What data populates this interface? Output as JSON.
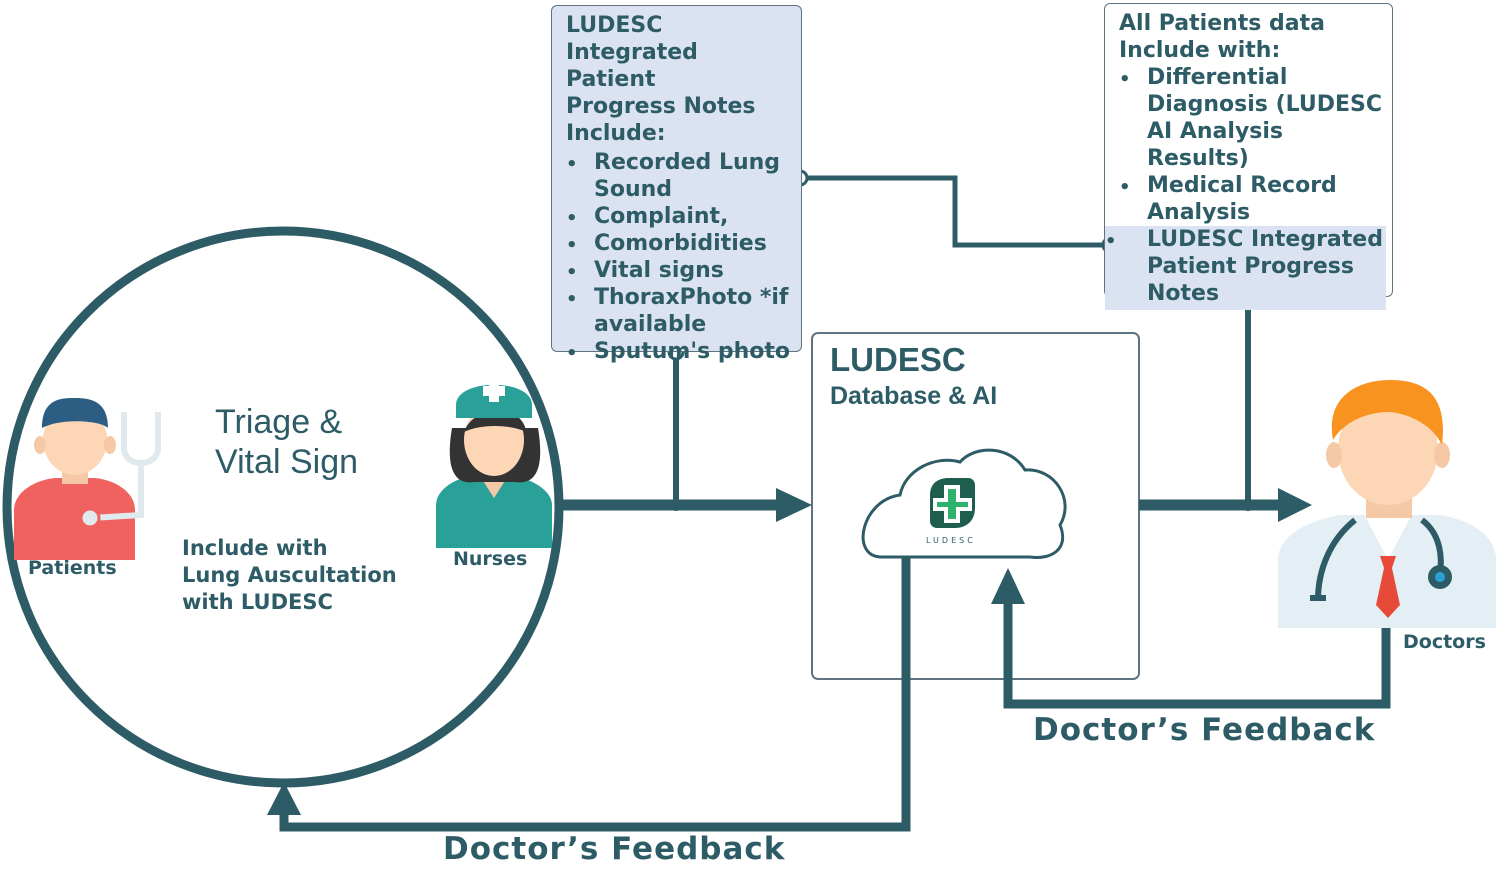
{
  "colors": {
    "line": "#2e5c66",
    "note_fill": "#dbe3f2",
    "patient_shirt": "#f0625f",
    "nurse_teal": "#2aa198",
    "doctor_hair": "#f7931e"
  },
  "triage": {
    "title_line1": "Triage &",
    "title_line2": "Vital Sign",
    "include_line1": "Include with",
    "include_line2": "Lung Auscultation",
    "include_line3": "with LUDESC",
    "patients_label": "Patients",
    "nurses_label": "Nurses"
  },
  "progress_notes": {
    "heading": [
      "LUDESC",
      "Integrated Patient",
      "Progress Notes",
      "Include:"
    ],
    "items": [
      "Recorded Lung Sound",
      "Complaint,",
      "Comorbidities",
      "Vital signs",
      "ThoraxPhoto *if available",
      "Sputum's photo"
    ]
  },
  "patients_data": {
    "heading": [
      "All Patients data",
      "Include with:"
    ],
    "items": [
      "Differential Diagnosis (LUDESC AI Analysis Results)",
      "Medical Record Analysis",
      "LUDESC Integrated Patient Progress Notes"
    ]
  },
  "database": {
    "title": "LUDESC",
    "subtitle": "Database & AI",
    "logo_text": "LUDESC"
  },
  "doctors_label": "Doctors",
  "feedback_top": "Doctor’s Feedback",
  "feedback_bottom": "Doctor’s Feedback"
}
